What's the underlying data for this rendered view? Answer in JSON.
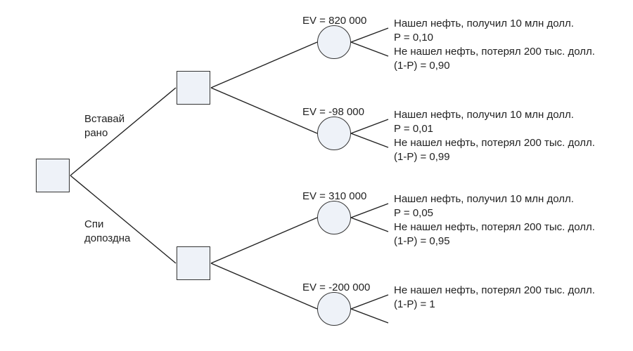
{
  "branches": {
    "early_label": [
      "Вставай",
      "рано"
    ],
    "late_label": [
      "Спи",
      "допоздна"
    ]
  },
  "chance_nodes": [
    {
      "ev": "EV = 820 000",
      "outcomes": [
        "Нашел нефть, получил 10 млн долл.",
        "P = 0,10",
        "Не нашел нефть, потерял 200 тыс. долл.",
        "(1-P) = 0,90"
      ]
    },
    {
      "ev": "EV = -98 000",
      "outcomes": [
        "Нашел нефть, получил 10 млн долл.",
        "P = 0,01",
        "Не нашел нефть, потерял 200 тыс. долл.",
        "(1-P) = 0,99"
      ]
    },
    {
      "ev": "EV = 310 000",
      "outcomes": [
        "Нашел нефть, получил 10 млн долл.",
        "P = 0,05",
        "Не нашел нефть, потерял 200 тыс. долл.",
        "(1-P) = 0,95"
      ]
    },
    {
      "ev": "EV = -200 000",
      "outcomes": [
        "Не нашел нефть, потерял 200 тыс. долл.",
        "(1-P) = 1"
      ]
    }
  ]
}
